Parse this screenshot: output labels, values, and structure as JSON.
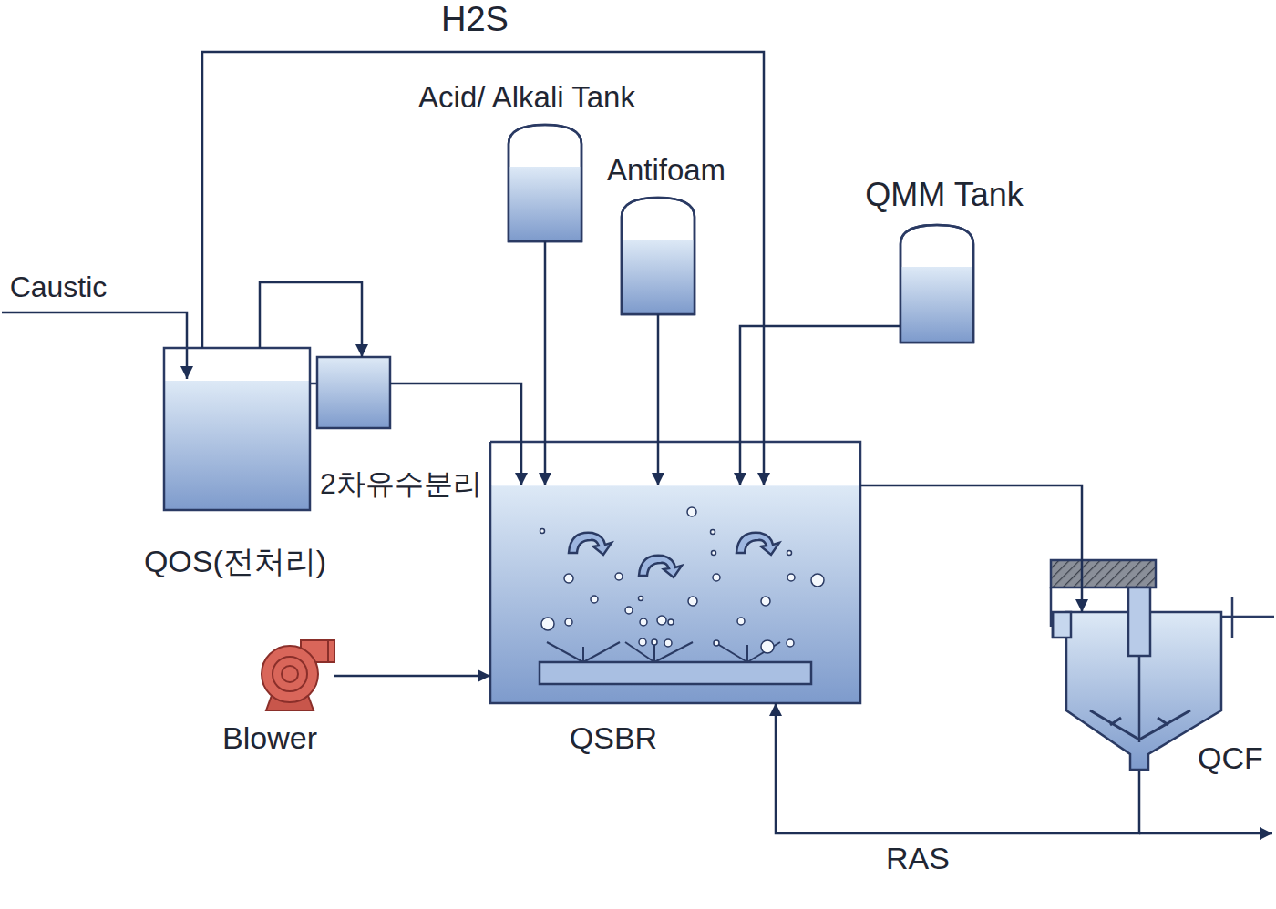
{
  "diagram": {
    "nodes": [
      {
        "text": [
          "QOS(전처리)"
        ]
      },
      {
        "text": [
          "2차유수분리"
        ]
      },
      {
        "text": [
          "Acid/ Alkali Tank"
        ]
      },
      {
        "text": [
          "Antifoam"
        ]
      },
      {
        "text": [
          "QMM Tank"
        ]
      },
      {
        "text": [
          "QSBR"
        ]
      },
      {
        "text": [
          "Blower"
        ]
      },
      {
        "text": [
          "QCF"
        ]
      }
    ],
    "edges": [
      {
        "from": 0,
        "to": 1,
        "arrow": "to"
      },
      {
        "from": 1,
        "to": 5,
        "arrow": "to"
      },
      {
        "from": 0,
        "to": 5,
        "label": "H2S",
        "arrow": "to"
      },
      {
        "from": 2,
        "to": 5,
        "arrow": "to"
      },
      {
        "from": 3,
        "to": 5,
        "arrow": "to"
      },
      {
        "from": 4,
        "to": 5,
        "arrow": "to"
      },
      {
        "from": 6,
        "to": 5,
        "arrow": "to"
      },
      {
        "from": 5,
        "to": 7,
        "arrow": "to"
      },
      {
        "from": 7,
        "to": 5,
        "label": "RAS",
        "arrow": "to"
      }
    ],
    "labels": [
      "Caustic"
    ]
  }
}
